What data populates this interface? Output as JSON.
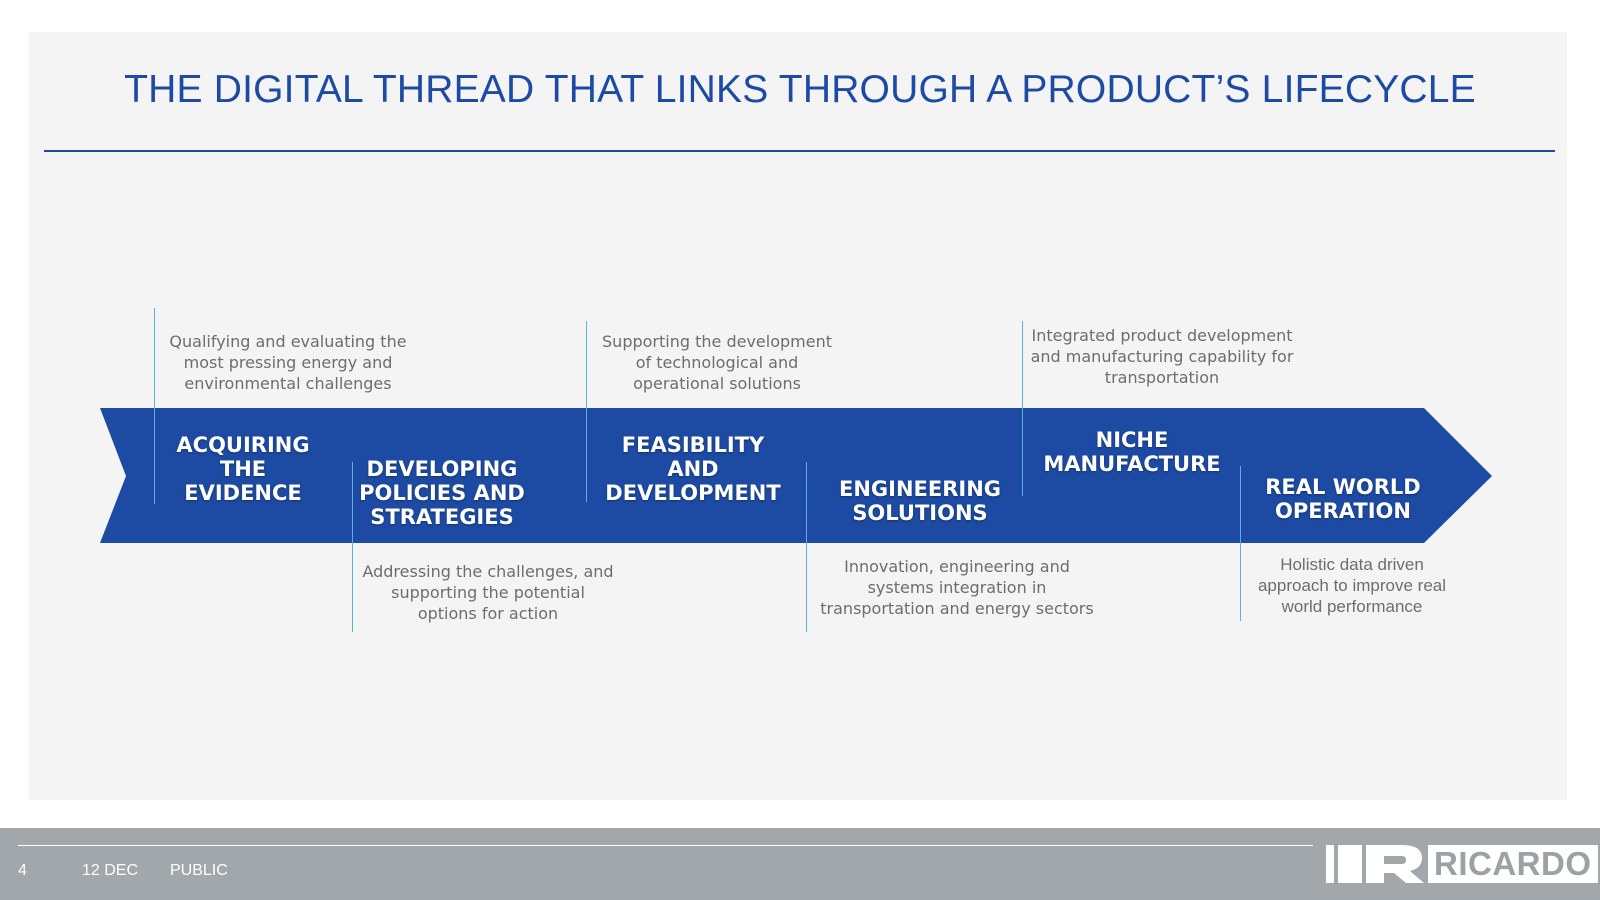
{
  "slide": {
    "title": "THE DIGITAL THREAD THAT LINKS THROUGH A PRODUCT’S LIFECYCLE"
  },
  "colors": {
    "brand_blue": "#1d4ba3",
    "accent_line": "#5aaee0",
    "footer_gray": "#a1a7ab",
    "description_gray": "#6d6d6d"
  },
  "stages": [
    {
      "label": "ACQUIRING\nTHE\nEVIDENCE",
      "description": "Qualifying and evaluating the\nmost pressing energy and\nenvironmental challenges"
    },
    {
      "label": "DEVELOPING\nPOLICIES AND\nSTRATEGIES",
      "description": "Addressing the challenges, and\nsupporting the potential\noptions for action"
    },
    {
      "label": "FEASIBILITY\nAND\nDEVELOPMENT",
      "description": "Supporting the development\nof technological and\noperational solutions"
    },
    {
      "label": "ENGINEERING\nSOLUTIONS",
      "description": "Innovation, engineering and\nsystems integration in\ntransportation and energy sectors"
    },
    {
      "label": "NICHE\nMANUFACTURE",
      "description": "Integrated product development\nand manufacturing capability for\ntransportation"
    },
    {
      "label": "REAL WORLD\nOPERATION",
      "description": "Holistic data driven\napproach to improve real\nworld performance"
    }
  ],
  "footer": {
    "page_number": "4",
    "date": "12 DEC",
    "classification": "PUBLIC",
    "logo_text": "RICARDO",
    "logo_icon": "ricardo-r-logo-icon"
  }
}
